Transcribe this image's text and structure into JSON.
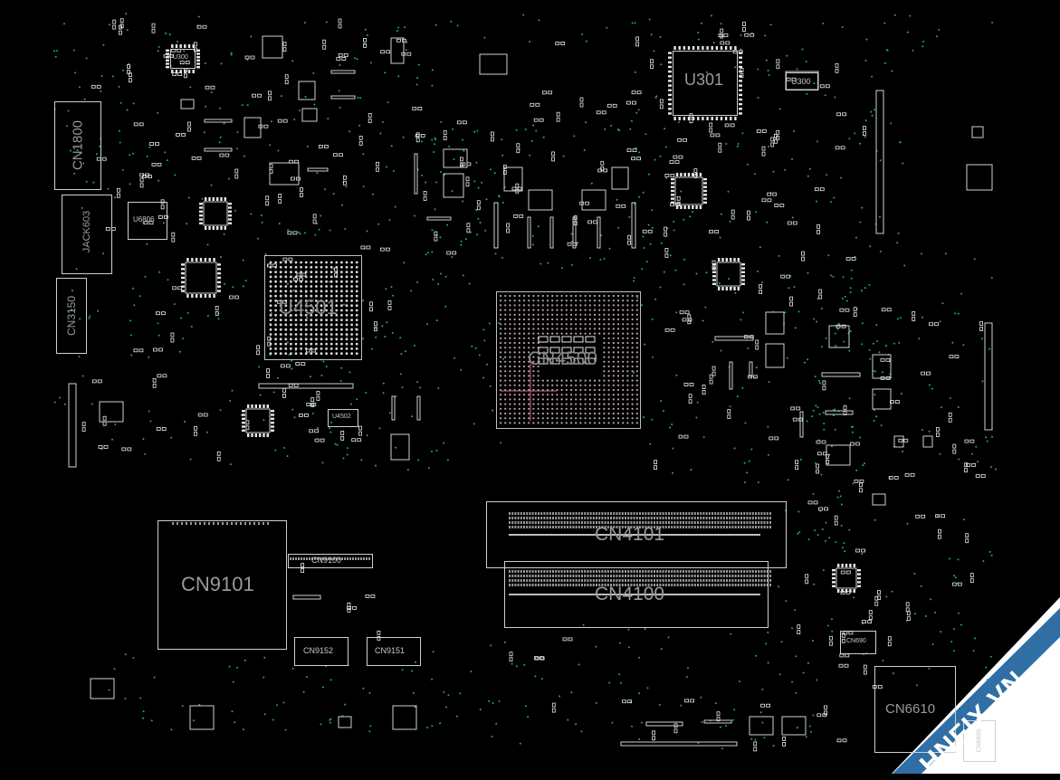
{
  "board": {
    "background": "#000000",
    "outline_color": "#d0d0d0",
    "pad_color": "#e8e8e8",
    "via_color": "#1fa3a3",
    "label_color": "#9a9a9a"
  },
  "components": {
    "u301": "U301",
    "u300": "U300",
    "u300_top": "U300",
    "cn1800": "CN1800",
    "jack603": "JACK603",
    "u6806": "U6806",
    "cn3150": "CN3150",
    "u4501": "U4501",
    "cn4500": "CN4500",
    "u4502": "U4502",
    "cn4101": "CN4101",
    "cn4100": "CN4100",
    "cn9101": "CN9101",
    "cn9100": "CN9100",
    "cn9152": "CN9152",
    "cn9151": "CN9151",
    "cn690": "CN690",
    "cn6610": "CN6610",
    "cn6600": "CN6600"
  },
  "watermark": {
    "text": "HNFIX.VN",
    "banner_color": "#2f6fa5"
  }
}
